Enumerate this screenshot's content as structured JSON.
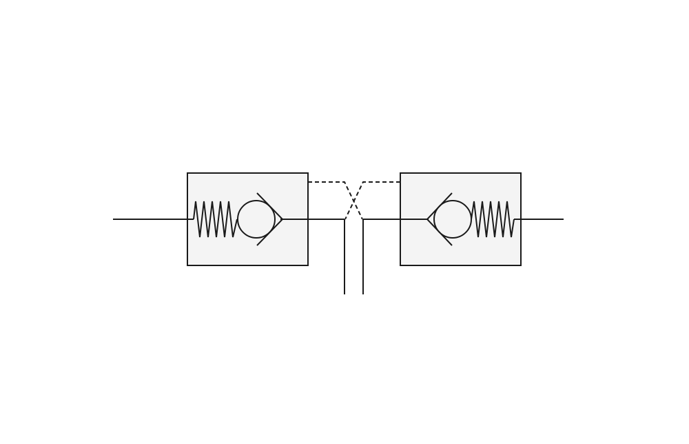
{
  "diagram": {
    "symbol": "dual-pilot-operated-check-valve",
    "colors": {
      "background": "#ffffff",
      "stroke": "#1a1a1a",
      "valve_fill": "#f4f4f4"
    },
    "components": [
      {
        "id": "left-check-valve",
        "spring_side": "left",
        "pilot": "dashed"
      },
      {
        "id": "right-check-valve",
        "spring_side": "right",
        "pilot": "dashed"
      }
    ]
  }
}
